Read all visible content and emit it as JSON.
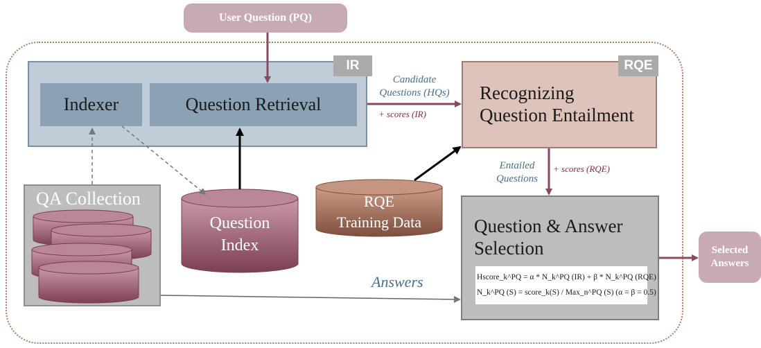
{
  "user_question": "User Question (PQ)",
  "ir": {
    "tag": "IR",
    "indexer": "Indexer",
    "retrieval": "Question Retrieval"
  },
  "rqe": {
    "tag": "RQE",
    "title_line1": "Recognizing",
    "title_line2": "Question Entailment"
  },
  "qa_collection": "QA Collection",
  "question_index": {
    "line1": "Question",
    "line2": "Index"
  },
  "rqe_training": {
    "line1": "RQE",
    "line2": "Training Data"
  },
  "edges": {
    "candidate_line1": "Candidate",
    "candidate_line2": "Questions (HQs)",
    "scores_ir": "+ scores (IR)",
    "entailed_line1": "Entailed",
    "entailed_line2": "Questions",
    "scores_rqe": "+ scores (RQE)",
    "answers": "Answers"
  },
  "selection": {
    "title_line1": "Question & Answer",
    "title_line2": "Selection",
    "formula_line1": "Hscore_k^PQ = α * N_k^PQ (IR) + β * N_k^PQ (RQE)",
    "formula_line2": "N_k^PQ (S) = score_k(S) / Max_n^PQ (S)   (α = β = 0.5)"
  },
  "selected_answers": {
    "line1": "Selected",
    "line2": "Answers"
  },
  "colors": {
    "pill": "#c8aab4",
    "ir_panel": "#c0cdd8",
    "ir_inner": "#8aa2b4",
    "rqe_panel": "#ddc3b9",
    "gray_panel": "#bdbdbd",
    "arrow": "#8a4a5c",
    "cylinder_pink": "#a36b7c",
    "cylinder_brown": "#a67a68"
  }
}
